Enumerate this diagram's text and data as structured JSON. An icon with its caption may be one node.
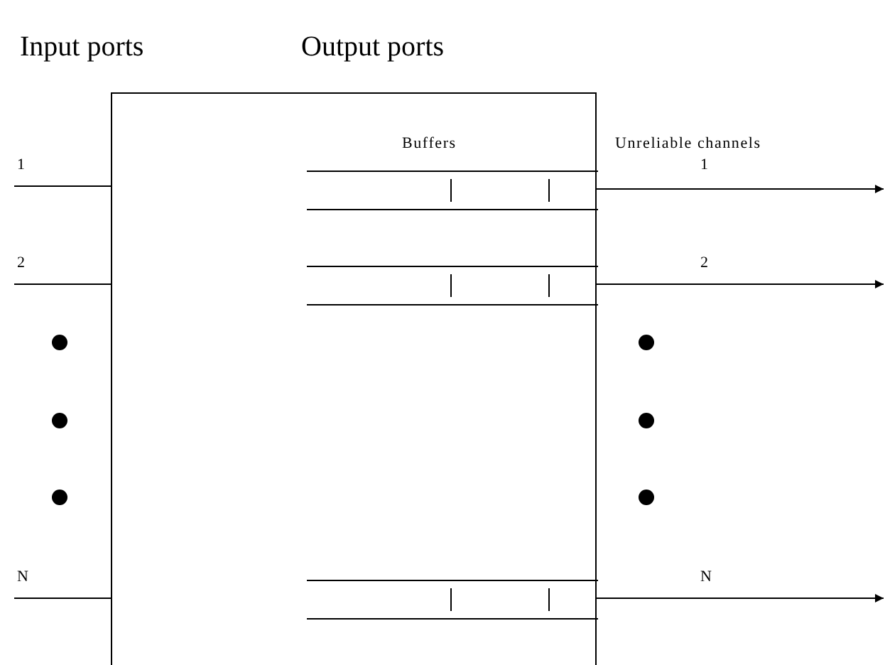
{
  "diagram": {
    "nodes": [
      {
        "text": [],
        "shape": "box"
      },
      {
        "text": [],
        "shape": "bar",
        "in": 0
      },
      {
        "text": [],
        "shape": "bar",
        "in": 0
      },
      {
        "text": [],
        "shape": "bar",
        "in": 0
      }
    ],
    "edges": [
      {
        "from": null,
        "to": 0,
        "arrow": "none"
      },
      {
        "from": null,
        "to": 0,
        "arrow": "none"
      },
      {
        "from": null,
        "to": 0,
        "arrow": "none"
      },
      {
        "from": 1,
        "to": null,
        "arrow": "to"
      },
      {
        "from": 2,
        "to": null,
        "arrow": "to"
      },
      {
        "from": 3,
        "to": null,
        "arrow": "to"
      }
    ],
    "labels": [
      "Input ports",
      "Output ports",
      "Buffers",
      "Unreliable channels",
      "1",
      "1",
      "2",
      "2",
      "N",
      "N"
    ]
  }
}
